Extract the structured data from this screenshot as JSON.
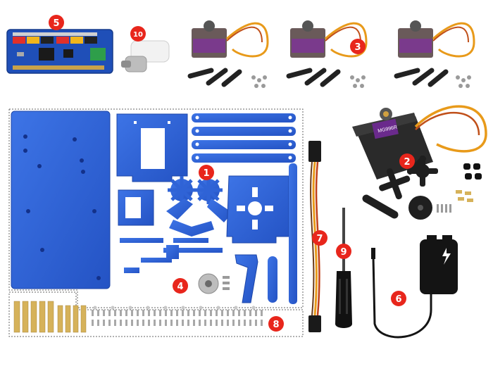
{
  "badges": {
    "b1": "1",
    "b2": "2",
    "b3": "3",
    "b4": "4",
    "b5": "5",
    "b6": "6",
    "b7": "7",
    "b8": "8",
    "b9": "9",
    "b10": "10"
  },
  "servo_label": "MG996R",
  "colors": {
    "acrylic_blue": "#2f63d6",
    "badge_red": "#e8261c",
    "pcb_blue": "#1f4fb8",
    "brass": "#d6b25a",
    "servo_body": "#2a2a2a"
  },
  "icons": {
    "charger_bolt": "lightning-bolt-icon"
  }
}
